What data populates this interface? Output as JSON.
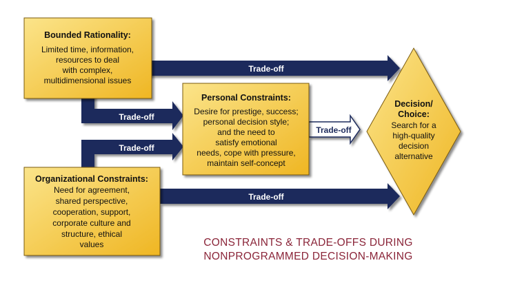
{
  "colors": {
    "box_fill_light": "#fbe48a",
    "box_fill_dark": "#efb623",
    "box_border": "#7a5a10",
    "arrow_fill": "#1c2a5c",
    "hollow_arrow_fill": "#ffffff",
    "caption_color": "#8a2438"
  },
  "bounded_rationality": {
    "title": "Bounded Rationality:",
    "lines": [
      "Limited time, information,",
      "resources to deal",
      "with complex,",
      "multidimensional issues"
    ]
  },
  "personal_constraints": {
    "title": "Personal Constraints:",
    "lines": [
      "Desire for prestige, success;",
      "personal decision style;",
      "and the need to",
      "satisfy emotional",
      "needs, cope with pressure,",
      "maintain self-concept"
    ]
  },
  "organizational_constraints": {
    "title": "Organizational Constraints:",
    "lines": [
      "Need for agreement,",
      "shared perspective,",
      "cooperation, support,",
      "corporate culture and",
      "structure, ethical",
      "values"
    ]
  },
  "decision": {
    "title_line1": "Decision/",
    "title_line2": "Choice:",
    "lines": [
      "Search for a",
      "high-quality",
      "decision",
      "alternative"
    ]
  },
  "arrows": {
    "bounded_to_decision": "Trade-off",
    "bounded_to_personal": "Trade-off",
    "org_to_personal": "Trade-off",
    "personal_to_decision": "Trade-off",
    "org_to_decision": "Trade-off"
  },
  "caption": {
    "line1": "CONSTRAINTS & TRADE-OFFS DURING",
    "line2": "NONPROGRAMMED DECISION-MAKING"
  }
}
